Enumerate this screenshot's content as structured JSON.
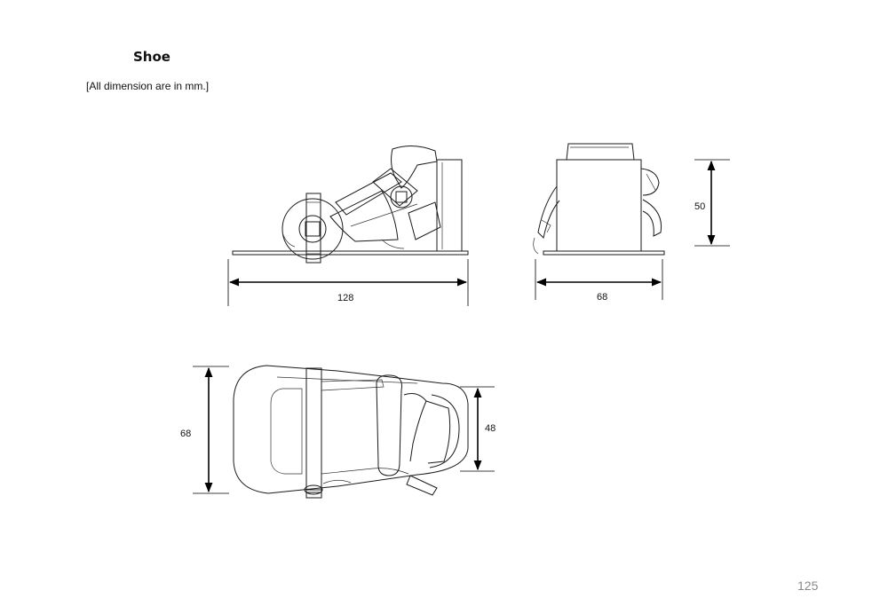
{
  "heading": {
    "title": "Shoe",
    "note": "[All dimension are in mm.]"
  },
  "dimensions": {
    "side_length": "128",
    "front_width": "68",
    "front_height": "50",
    "top_width": "68",
    "top_inner_width": "48"
  },
  "footer": {
    "page_number": "125"
  },
  "colors": {
    "line": "#1a1a1a",
    "page_number": "#888888"
  }
}
